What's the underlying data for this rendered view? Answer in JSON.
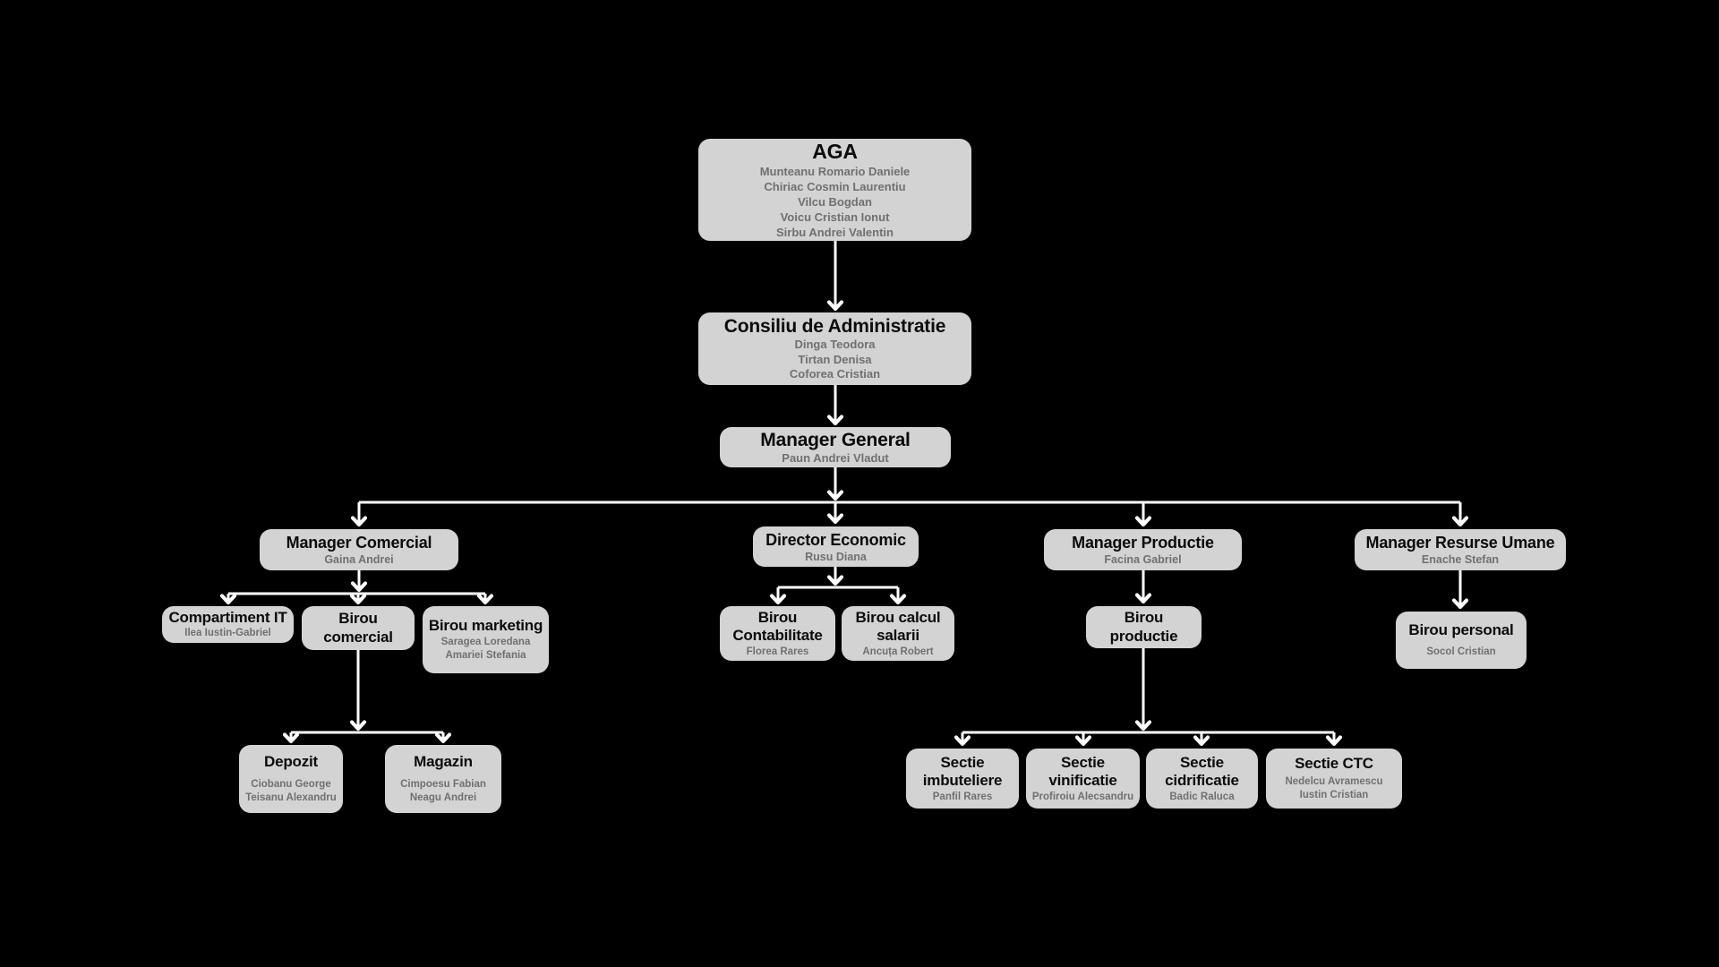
{
  "style": {
    "background_color": "#000000",
    "node_fill": "#d3d3d3",
    "node_title_color": "#0b0b0b",
    "node_member_color": "#707070",
    "connector_color": "#ffffff"
  },
  "org": {
    "aga": {
      "title": "AGA",
      "members": [
        "Munteanu Romario Daniele",
        "Chiriac Cosmin Laurentiu",
        "Vilcu Bogdan",
        "Voicu Cristian Ionut",
        "Sirbu Andrei Valentin"
      ]
    },
    "consiliu": {
      "title": "Consiliu de Administratie",
      "members": [
        "Dinga Teodora",
        "Tirtan Denisa",
        "Coforea Cristian"
      ]
    },
    "manager_general": {
      "title": "Manager General",
      "members": [
        "Paun Andrei Vladut"
      ]
    },
    "manager_comercial": {
      "title": "Manager Comercial",
      "members": [
        "Gaina Andrei"
      ]
    },
    "director_economic": {
      "title": "Director Economic",
      "members": [
        "Rusu Diana"
      ]
    },
    "manager_productie": {
      "title": "Manager Productie",
      "members": [
        "Facina Gabriel"
      ]
    },
    "manager_resurse_umane": {
      "title": "Manager Resurse Umane",
      "members": [
        "Enache Stefan"
      ]
    },
    "compartiment_it": {
      "title": "Compartiment IT",
      "members": [
        "Ilea Iustin-Gabriel"
      ]
    },
    "birou_comercial": {
      "title": "Birou comercial",
      "members": []
    },
    "birou_marketing": {
      "title": "Birou marketing",
      "members": [
        "Saragea Loredana",
        "Amariei Stefania"
      ]
    },
    "birou_contabilitate": {
      "title": "Birou Contabilitate",
      "members": [
        "Florea Rares"
      ]
    },
    "birou_calcul_salarii": {
      "title": "Birou calcul salarii",
      "members": [
        "Ancuța Robert"
      ]
    },
    "birou_productie": {
      "title": "Birou productie",
      "members": []
    },
    "birou_personal": {
      "title": "Birou personal",
      "members": [
        "Socol Cristian"
      ]
    },
    "depozit": {
      "title": "Depozit",
      "members": [
        "Ciobanu George",
        "Teisanu Alexandru"
      ]
    },
    "magazin": {
      "title": "Magazin",
      "members": [
        "Cimpoesu Fabian",
        "Neagu Andrei"
      ]
    },
    "sectie_imbuteliere": {
      "title": "Sectie imbuteliere",
      "members": [
        "Panfil Rares"
      ]
    },
    "sectie_vinificatie": {
      "title": "Sectie vinificatie",
      "members": [
        "Profiroiu Alecsandru"
      ]
    },
    "sectie_cidrificatie": {
      "title": "Sectie cidrificatie",
      "members": [
        "Badic Raluca"
      ]
    },
    "sectie_ctc": {
      "title": "Sectie CTC",
      "members": [
        "Nedelcu Avramescu",
        "Iustin Cristian"
      ]
    }
  }
}
